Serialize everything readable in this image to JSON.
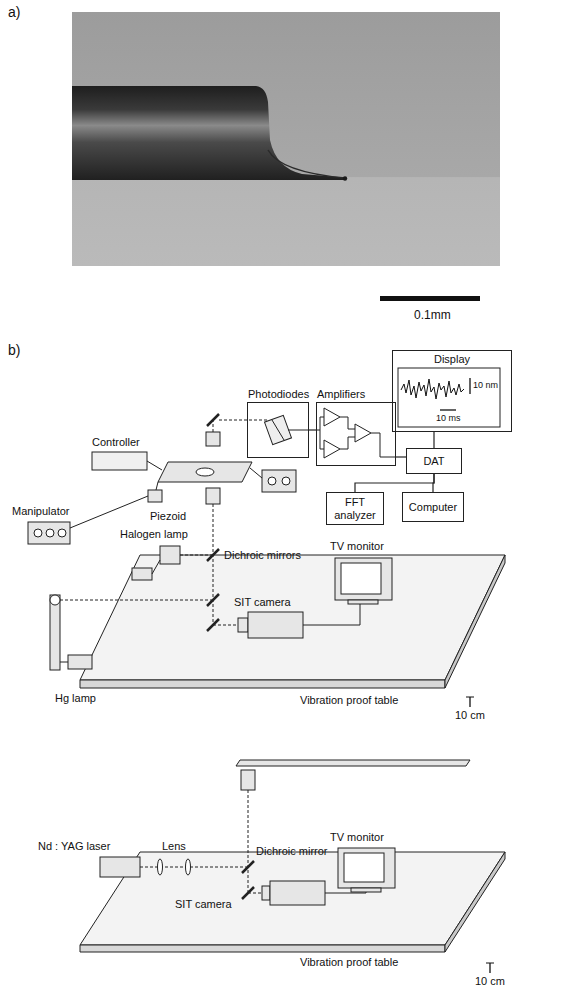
{
  "diagram": {
    "nodes": [
      {
        "text": [
          "Photodiodes"
        ]
      },
      {
        "text": [
          "Amplifiers"
        ]
      },
      {
        "text": [
          "Display"
        ]
      },
      {
        "text": [
          "DAT"
        ]
      },
      {
        "text": [
          "FFT analyzer"
        ]
      },
      {
        "text": [
          "Computer"
        ]
      }
    ],
    "edges": [
      {
        "from": 0,
        "to": 1,
        "arrow": "none"
      },
      {
        "from": 1,
        "to": 3,
        "arrow": "none"
      },
      {
        "from": 2,
        "to": 3,
        "arrow": "none"
      },
      {
        "from": 3,
        "to": 4,
        "arrow": "none"
      },
      {
        "from": 3,
        "to": 5,
        "arrow": "none"
      }
    ],
    "labels": [
      "a)",
      "0.1mm",
      "b)",
      "10 nm",
      "10 ms",
      "Controller",
      "Manipulator",
      "Piezoid",
      "Halogen lamp",
      "Dichroic mirrors",
      "TV monitor",
      "SIT camera",
      "Hg lamp",
      "Vibration proof table",
      "10 cm",
      "Nd : YAG laser",
      "Lens",
      "Dichroic mirror",
      "SIT camera",
      "TV monitor",
      "Vibration proof table",
      "10 cm"
    ]
  }
}
